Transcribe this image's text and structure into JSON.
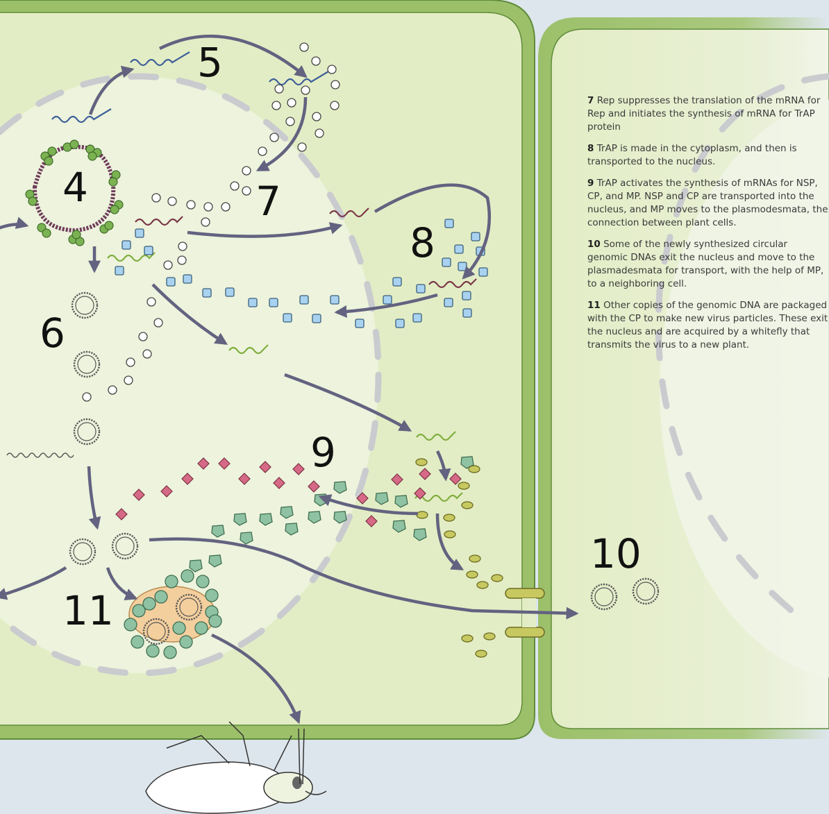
{
  "labels": {
    "step4": "4",
    "step5": "5",
    "step6": "6",
    "step7": "7",
    "step8": "8",
    "step9": "9",
    "step10": "10",
    "step11": "11"
  },
  "caption": {
    "items": [
      {
        "num": "7",
        "text": "Rep suppresses the translation of the mRNA for Rep and initiates the synthesis of mRNA for TrAP protein"
      },
      {
        "num": "8",
        "text": "TrAP is made in the cytoplasm, and then is transported to the nucleus."
      },
      {
        "num": "9",
        "text": "TrAP activates the synthesis of mRNAs for NSP, CP, and MP.  NSP and CP are transported into the nucleus, and MP moves to the plasmodesmata, the connection between plant cells."
      },
      {
        "num": "10",
        "text": "Some of the newly synthesized circular genomic DNAs exit the nucleus and move to the plasmadesmata for transport, with the help of MP, to a neighboring cell."
      },
      {
        "num": "11",
        "text": "Other copies of the genomic DNA are packaged with the CP to make new virus particles. These exit the nucleus and are acquired by a whitefly that transmits the virus to a new plant."
      }
    ]
  },
  "colors": {
    "background": "#dde6ec",
    "cytoplasm": "#e3edc5",
    "nucleus": "#edf3dc",
    "cell_wall": "#9cc06a",
    "cell_wall_dark": "#5f8c3a",
    "arrow": "#636280",
    "nuclear_envelope": "#c9cbcf",
    "rep_mrna": "#3e5f99",
    "trap_mrna": "#7a3848",
    "nsp_mrna": "#7fae3e",
    "trap_protein": "#a8d2f0",
    "nsp_protein": "#d66a86",
    "cp_protein": "#8fc2a2",
    "mp_protein": "#c7c860",
    "virus_core": "#f4cf9e"
  }
}
